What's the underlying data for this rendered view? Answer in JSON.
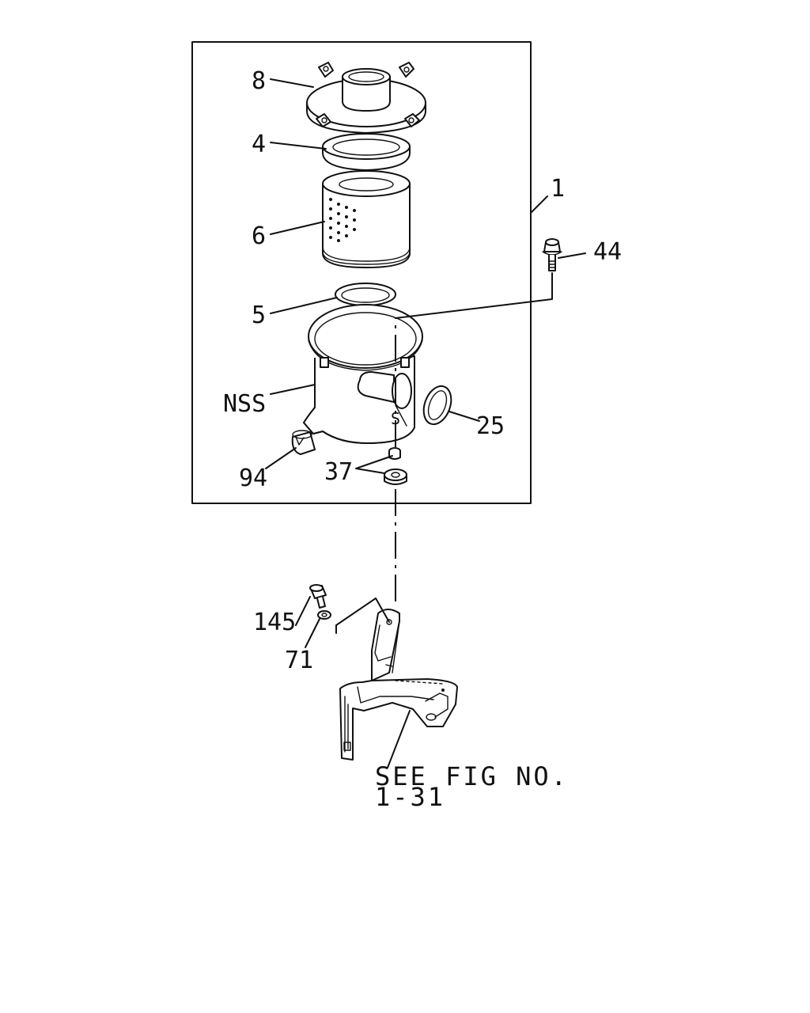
{
  "callouts": {
    "c1": "1",
    "c4": "4",
    "c5": "5",
    "c6": "6",
    "c8": "8",
    "c25": "25",
    "c37": "37",
    "c44": "44",
    "c71": "71",
    "c94": "94",
    "c145": "145",
    "cnss": "NSS"
  },
  "note": {
    "line1": "SEE FIG NO.",
    "line2": "1-31"
  }
}
